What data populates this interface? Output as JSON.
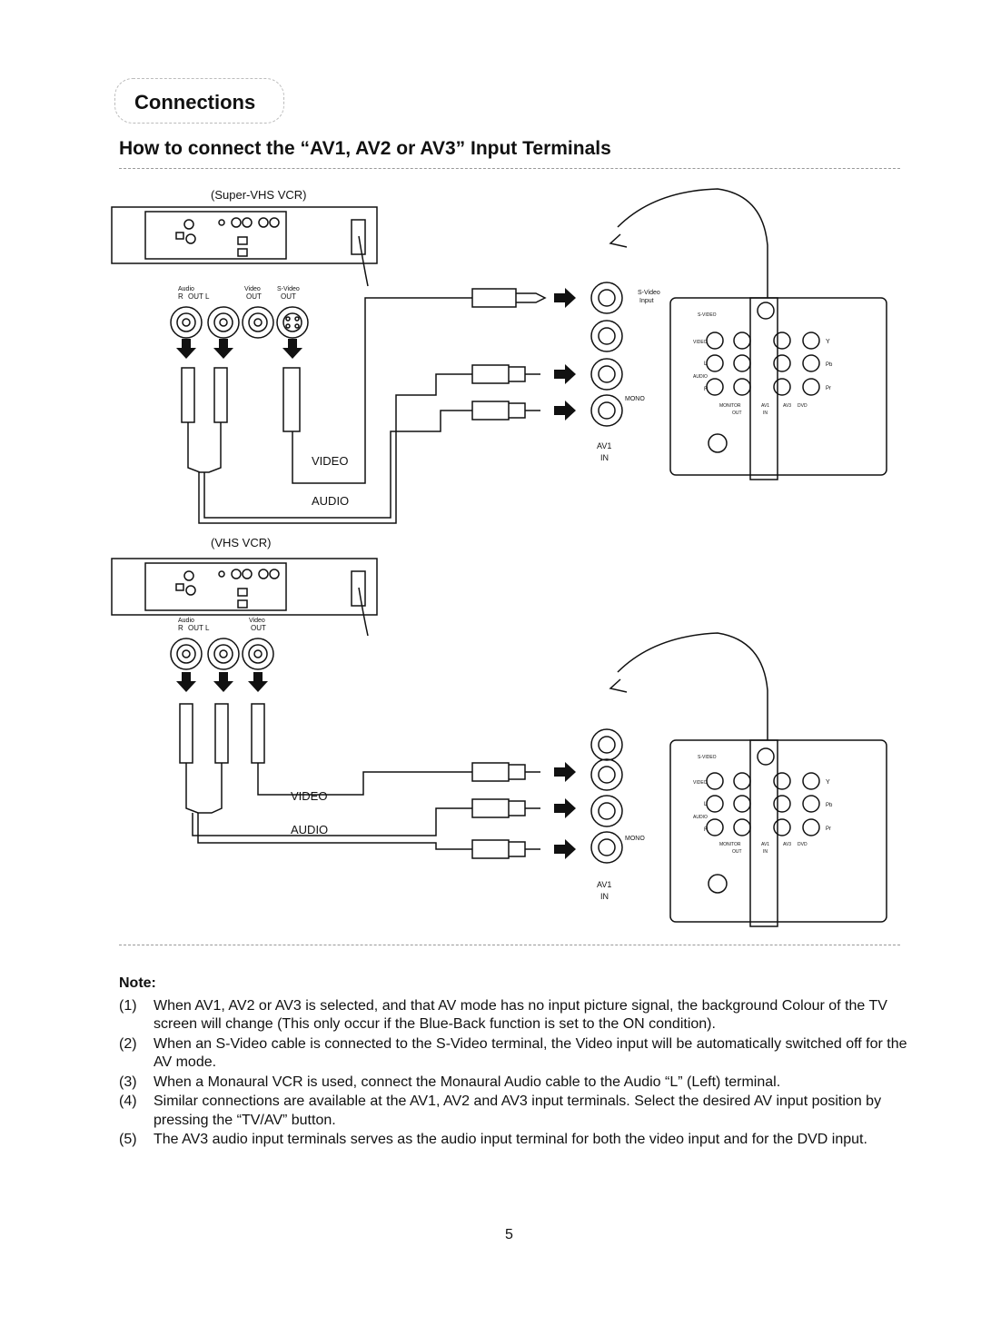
{
  "section_heading": "Connections",
  "page_subtitle": "How to connect the “AV1, AV2 or AV3” Input Terminals",
  "diagram_top": {
    "vcr_title": "(Super-VHS VCR)",
    "vcr_jack_labels": {
      "audio": "Audio",
      "r": "R",
      "out_l": "OUT   L",
      "video": "Video",
      "video_out": "OUT",
      "svideo": "S-Video",
      "svideo_out": "OUT"
    },
    "cable_video_label": "VIDEO",
    "cable_audio_label": "AUDIO",
    "svideo_input_label_1": "S-Video",
    "svideo_input_label_2": "Input",
    "mono_label": "MONO",
    "av1_label": "AV1",
    "in_label": "IN",
    "tv_panel": {
      "svideo": "S-VIDEO",
      "video": "VIDEO",
      "audio": "AUDIO",
      "l": "L",
      "r": "R",
      "y": "Y",
      "pb": "Pb",
      "pr": "Pr",
      "monitor": "MONITOR",
      "out": "OUT",
      "av1": "AV1",
      "av3": "AV3",
      "dvd": "DVD",
      "in": "IN"
    }
  },
  "diagram_bottom": {
    "vcr_title": "(VHS VCR)",
    "vcr_jack_labels": {
      "audio": "Audio",
      "r": "R",
      "out_l": "OUT   L",
      "video": "Video",
      "video_out": "OUT"
    },
    "cable_video_label": "VIDEO",
    "cable_audio_label": "AUDIO",
    "mono_label": "MONO",
    "av1_label": "AV1",
    "in_label": "IN",
    "tv_panel": {
      "svideo": "S-VIDEO",
      "video": "VIDEO",
      "audio": "AUDIO",
      "l": "L",
      "r": "R",
      "y": "Y",
      "pb": "Pb",
      "pr": "Pr",
      "monitor": "MONITOR",
      "out": "OUT",
      "av1": "AV1",
      "av3": "AV3",
      "dvd": "DVD",
      "in": "IN"
    }
  },
  "notes_title": "Note:",
  "notes": [
    {
      "num": "(1)",
      "text": "When AV1, AV2 or AV3 is selected, and that AV mode has no input picture signal, the background Colour of the TV screen will change (This only occur if the Blue-Back function is set to the ON condition)."
    },
    {
      "num": "(2)",
      "text": "When an S-Video cable is connected to the S-Video terminal, the Video input will be automatically switched off for the AV mode."
    },
    {
      "num": "(3)",
      "text": "When a Monaural VCR is used, connect the Monaural Audio cable to the Audio “L” (Left) terminal."
    },
    {
      "num": "(4)",
      "text": "Similar connections are available at the AV1, AV2 and AV3 input terminals. Select the desired AV input position by pressing the “TV/AV” button."
    },
    {
      "num": "(5)",
      "text": "The AV3 audio input terminals serves as the audio input terminal for both the video input and for the DVD input."
    }
  ],
  "page_number": "5"
}
